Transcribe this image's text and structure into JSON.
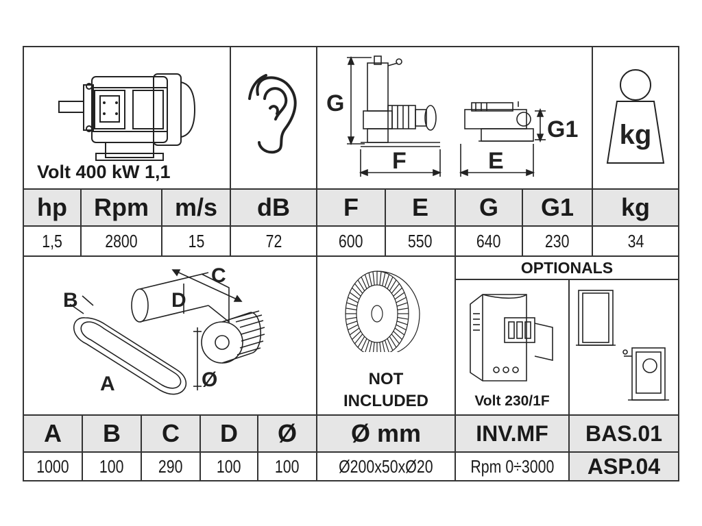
{
  "motor": {
    "caption": "Volt 400 kW 1,1"
  },
  "dims_figure": {
    "g_label": "G",
    "f_label": "F",
    "e_label": "E",
    "g1_label": "G1"
  },
  "weight_icon": {
    "label": "kg"
  },
  "specs_header": [
    "hp",
    "Rpm",
    "m/s",
    "dB",
    "F",
    "E",
    "G",
    "G1",
    "kg"
  ],
  "specs_values": [
    "1,5",
    "2800",
    "15",
    "72",
    "600",
    "550",
    "640",
    "230",
    "34"
  ],
  "belt_figure": {
    "a_label": "A",
    "b_label": "B",
    "c_label": "C",
    "d_label": "D",
    "dia_label": "Ø"
  },
  "wheel": {
    "line1": "NOT",
    "line2": "INCLUDED"
  },
  "optionals": {
    "title": "OPTIONALS",
    "inverter_caption": "Volt 230/1F"
  },
  "belt_header": [
    "A",
    "B",
    "C",
    "D",
    "Ø",
    "Ø mm",
    "INV.MF",
    "BAS.01"
  ],
  "belt_values": [
    "1000",
    "100",
    "290",
    "100",
    "100",
    "Ø200x50xØ20",
    "Rpm 0÷3000",
    "ASP.04"
  ],
  "colors": {
    "line": "#333333",
    "header_bg": "#e6e6e6"
  }
}
